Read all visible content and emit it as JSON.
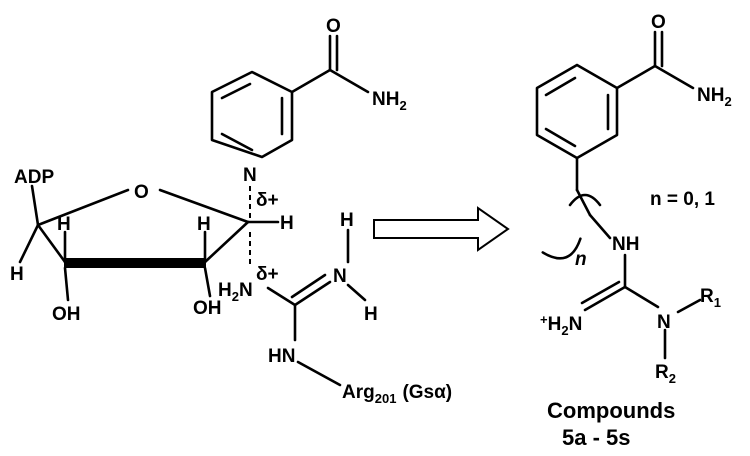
{
  "left_structure": {
    "adp": "ADP",
    "ring_o": "O",
    "h_c4": "H",
    "h_c1": "H",
    "h_c2": "H",
    "h_c3": "H",
    "oh_left": "OH",
    "oh_right": "OH",
    "ring_n": "N",
    "amide_o": "O",
    "amide_nh2": "NH",
    "amide_nh2_sub": "2",
    "delta_upper": "δ+",
    "delta_lower": "δ+",
    "guan_h2n": "H",
    "guan_h2n_sub": "2",
    "guan_h2n_n": "N",
    "guan_nh": "N",
    "guan_h_top": "H",
    "guan_h_bottom": "H",
    "guan_hn": "HN",
    "arg": "Arg",
    "arg_sub": "201",
    "gs_alpha": "(Gsα)"
  },
  "right_structure": {
    "amide_o": "O",
    "amide_nh2": "NH",
    "amide_nh2_sub": "2",
    "n_label": "n = 0, 1",
    "n_index": "n",
    "nh": "NH",
    "h2n_plus": "+",
    "h2n": "H",
    "h2n_sub": "2",
    "h2n_n": "N",
    "n_sub": "N",
    "r1": "R",
    "r1_sub": "1",
    "r2": "R",
    "r2_sub": "2",
    "caption_line1": "Compounds",
    "caption_line2": "5a - 5s"
  }
}
